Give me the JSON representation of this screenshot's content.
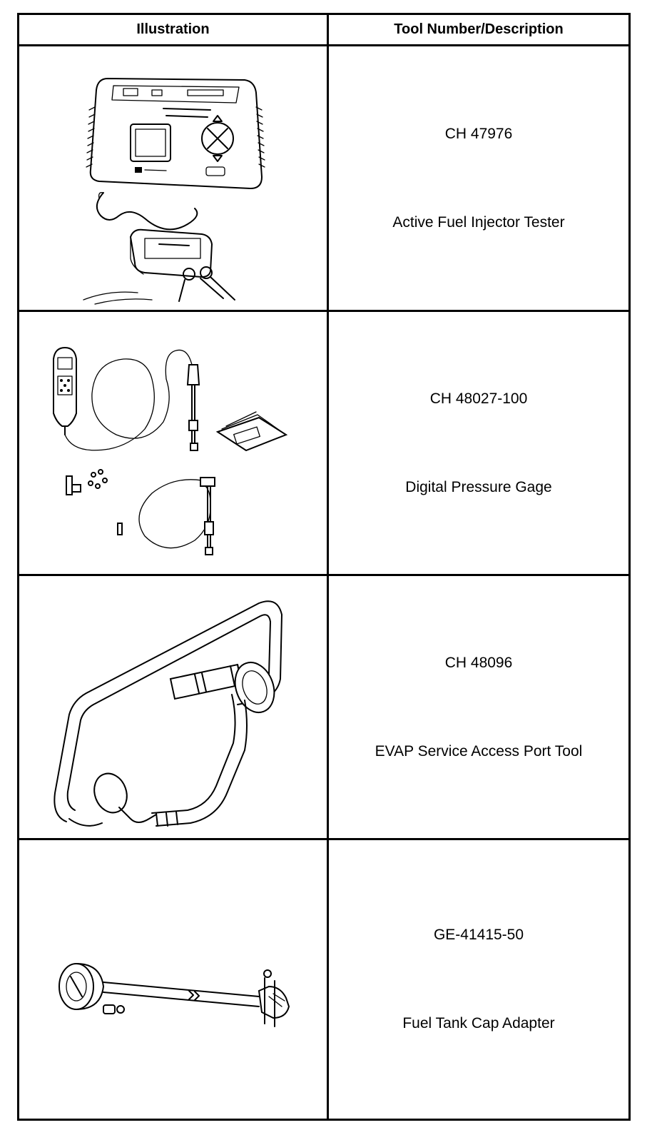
{
  "table": {
    "headers": {
      "illustration": "Illustration",
      "description": "Tool Number/Description"
    },
    "rows": [
      {
        "tool_number": "CH 47976",
        "description": "Active Fuel Injector Tester",
        "icon": "fuel-injector-tester-illustration"
      },
      {
        "tool_number": "CH 48027-100",
        "description": "Digital Pressure Gage",
        "icon": "digital-pressure-gage-illustration"
      },
      {
        "tool_number": "CH 48096",
        "description": "EVAP Service Access Port Tool",
        "icon": "evap-access-port-tool-illustration"
      },
      {
        "tool_number": "GE-41415-50",
        "description": "Fuel Tank Cap Adapter",
        "icon": "fuel-tank-cap-adapter-illustration"
      }
    ]
  }
}
